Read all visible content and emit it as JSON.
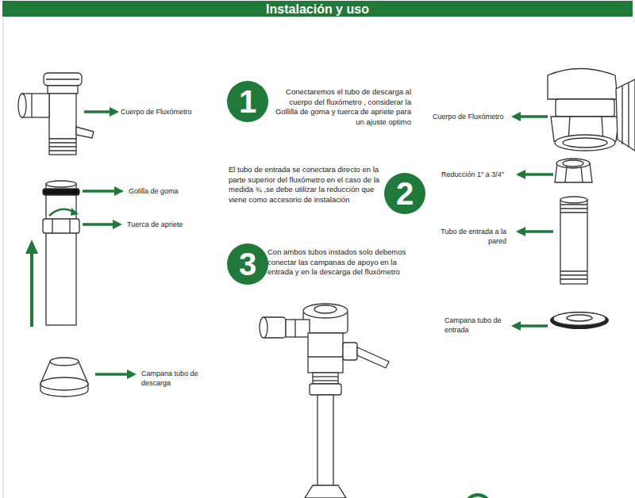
{
  "diagram": {
    "title": "Instalación y uso",
    "nodes": [
      {
        "text": [
          "1"
        ]
      },
      {
        "text": [
          "2"
        ]
      },
      {
        "text": [
          "3"
        ]
      }
    ],
    "labels": [
      "Cuerpo de Fluxómetro",
      "Conectaremos el tubo de descarga al cuerpo del fluxómetro , considerar la Gollilla de goma y tuerca de apriete para un ajuste optimo",
      "Cuerpo de Fluxómetro",
      "El tubo de entrada se conectara directo en la parte superior del fluxómetro en el caso de la medida ¾ ,se debe utilizar la reducción que viene como accesorio de instalación",
      "Golilla de goma",
      "Reducción 1\" a 3/4\"",
      "Tuerca de apriete",
      "Tubo de entrada a la pared",
      "Con ambos tubos instados solo debemos conectar las campanas de apoyo en la entrada y en la descarga del fluxómetro",
      "Campana tubo de entrada",
      "Campana tubo de descarga"
    ]
  }
}
